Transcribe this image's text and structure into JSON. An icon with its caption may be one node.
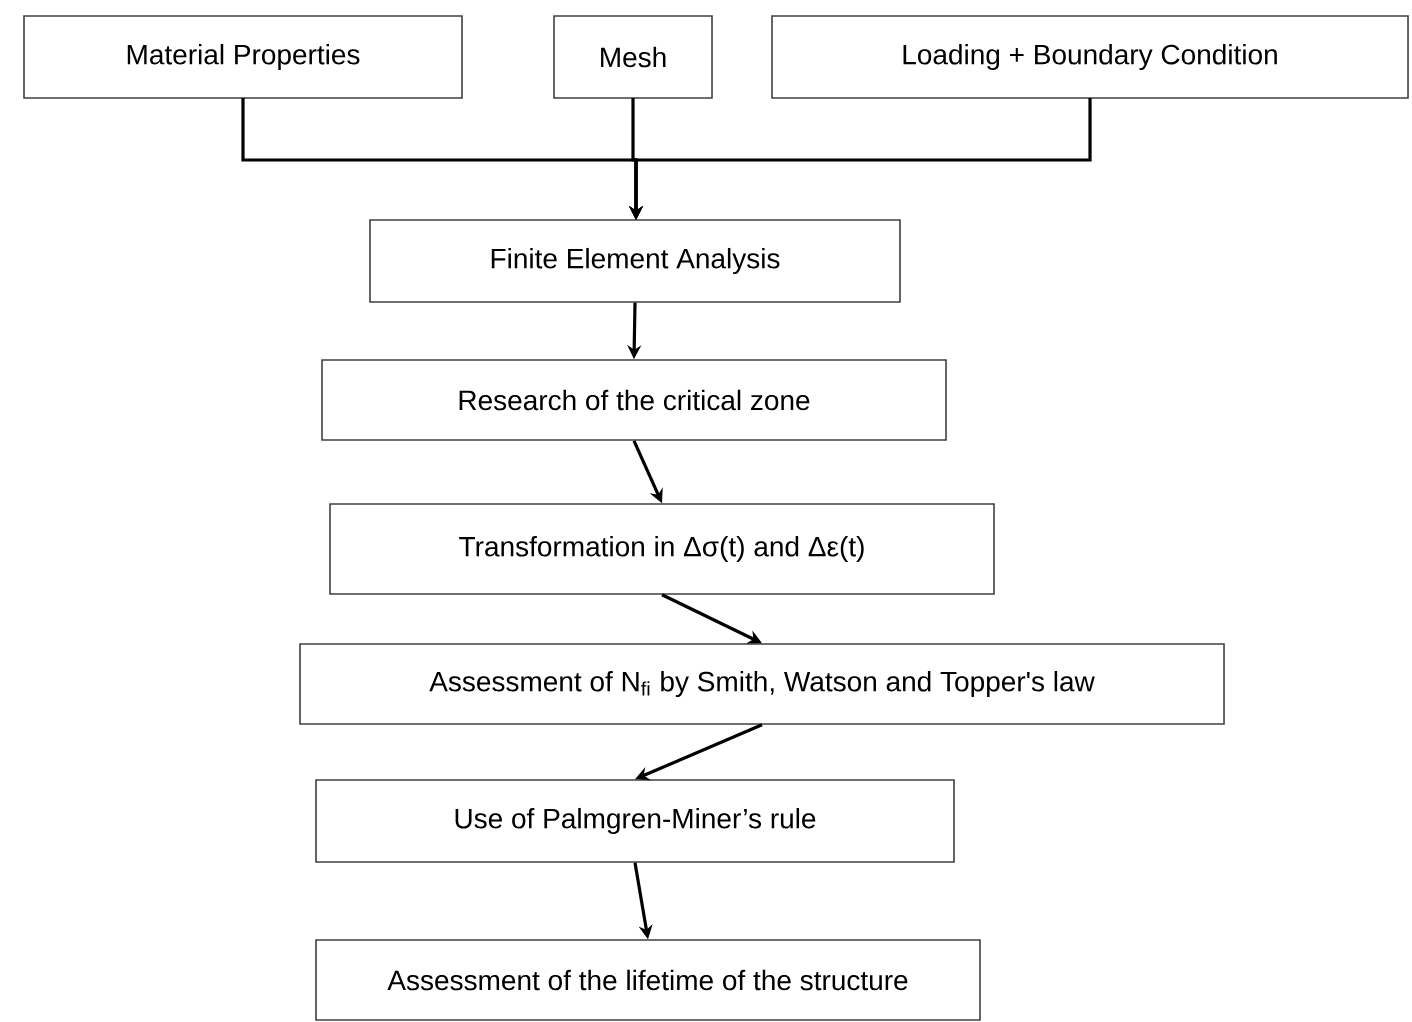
{
  "diagram": {
    "nodes": [
      {
        "text": [
          "Material Properties"
        ]
      },
      {
        "text": [
          "Mesh"
        ]
      },
      {
        "text": [
          "Loading + Boundary Condition"
        ]
      },
      {
        "text": [
          "Finite Element Analysis"
        ]
      },
      {
        "text": [
          "Research of the critical zone"
        ]
      },
      {
        "text": [
          "Transformation in Δσ(t) and Δε(t)"
        ]
      },
      {
        "text": [
          "Assessment of N$_{fi}$ by Smith, Watson and Topper's law"
        ]
      },
      {
        "text": [
          "Use of Palmgren-Miner’s rule"
        ]
      },
      {
        "text": [
          "Assessment of the lifetime of the structure"
        ]
      }
    ],
    "edges": [
      {
        "from": 0,
        "to": 3,
        "arrow": "to"
      },
      {
        "from": 1,
        "to": 3,
        "arrow": "to"
      },
      {
        "from": 2,
        "to": 3,
        "arrow": "to"
      },
      {
        "from": 3,
        "to": 4,
        "arrow": "to"
      },
      {
        "from": 4,
        "to": 5,
        "arrow": "to"
      },
      {
        "from": 5,
        "to": 6,
        "arrow": "to"
      },
      {
        "from": 6,
        "to": 7,
        "arrow": "to"
      },
      {
        "from": 7,
        "to": 8,
        "arrow": "to"
      }
    ]
  }
}
